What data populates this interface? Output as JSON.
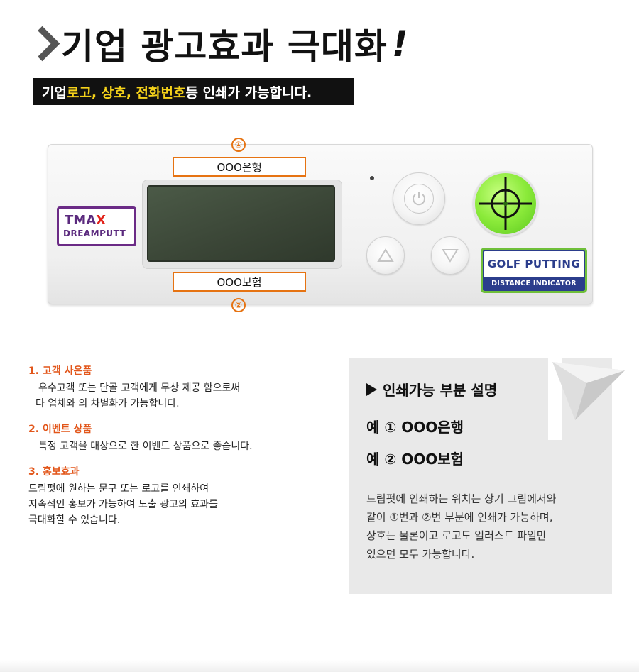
{
  "header": {
    "title": "기업 광고효과 극대화",
    "exclamation": "!",
    "subtitle": {
      "prefix": "기업 ",
      "highlight": "로고, 상호, 전화번호",
      "suffix": " 등 인쇄가 가능합니다."
    }
  },
  "device": {
    "marker_1": "①",
    "marker_2": "②",
    "label_1": "OOO은행",
    "label_2": "OOO보험",
    "logo_line1_pre": "TMA",
    "logo_line1_x": "X",
    "logo_line2": "DREAMPUTT",
    "badge_line1": "GOLF PUTTING",
    "badge_line2": "DISTANCE INDICATOR"
  },
  "list": [
    {
      "heading": "1. 고객 사은품",
      "lines": [
        "우수고객 또는 단골 고객에게 무상 제공 함으로써",
        "타 업체와 의 차별화가 가능합니다."
      ]
    },
    {
      "heading": "2. 이벤트 상품",
      "lines": [
        "특정 고객을 대상으로 한 이벤트 상품으로 좋습니다."
      ]
    },
    {
      "heading": "3. 홍보효과",
      "lines": [
        "드림펏에 원하는 문구 또는 로고를 인쇄하여",
        "지속적인 홍보가 가능하여 노출 광고의 효과를",
        "극대화할 수 있습니다."
      ]
    }
  ],
  "panel": {
    "title": "인쇄가능 부분 설명",
    "example_1": "예 ①  OOO은행",
    "example_2": "예 ②  OOO보험",
    "description": [
      "드림펏에 인쇄하는 위치는 상기 그림에서와",
      "같이 ①번과 ②번 부분에 인쇄가 가능하며,",
      "상호는 물론이고 로고도 일러스트 파일만",
      "있으면 모두 가능합니다."
    ]
  },
  "colors": {
    "accent_orange": "#e67312",
    "highlight_yellow": "#f5d21a",
    "heading_orange": "#e2561a",
    "logo_purple": "#6b2b86",
    "badge_blue": "#2b3d8c",
    "level_green": "#8bea3a"
  }
}
